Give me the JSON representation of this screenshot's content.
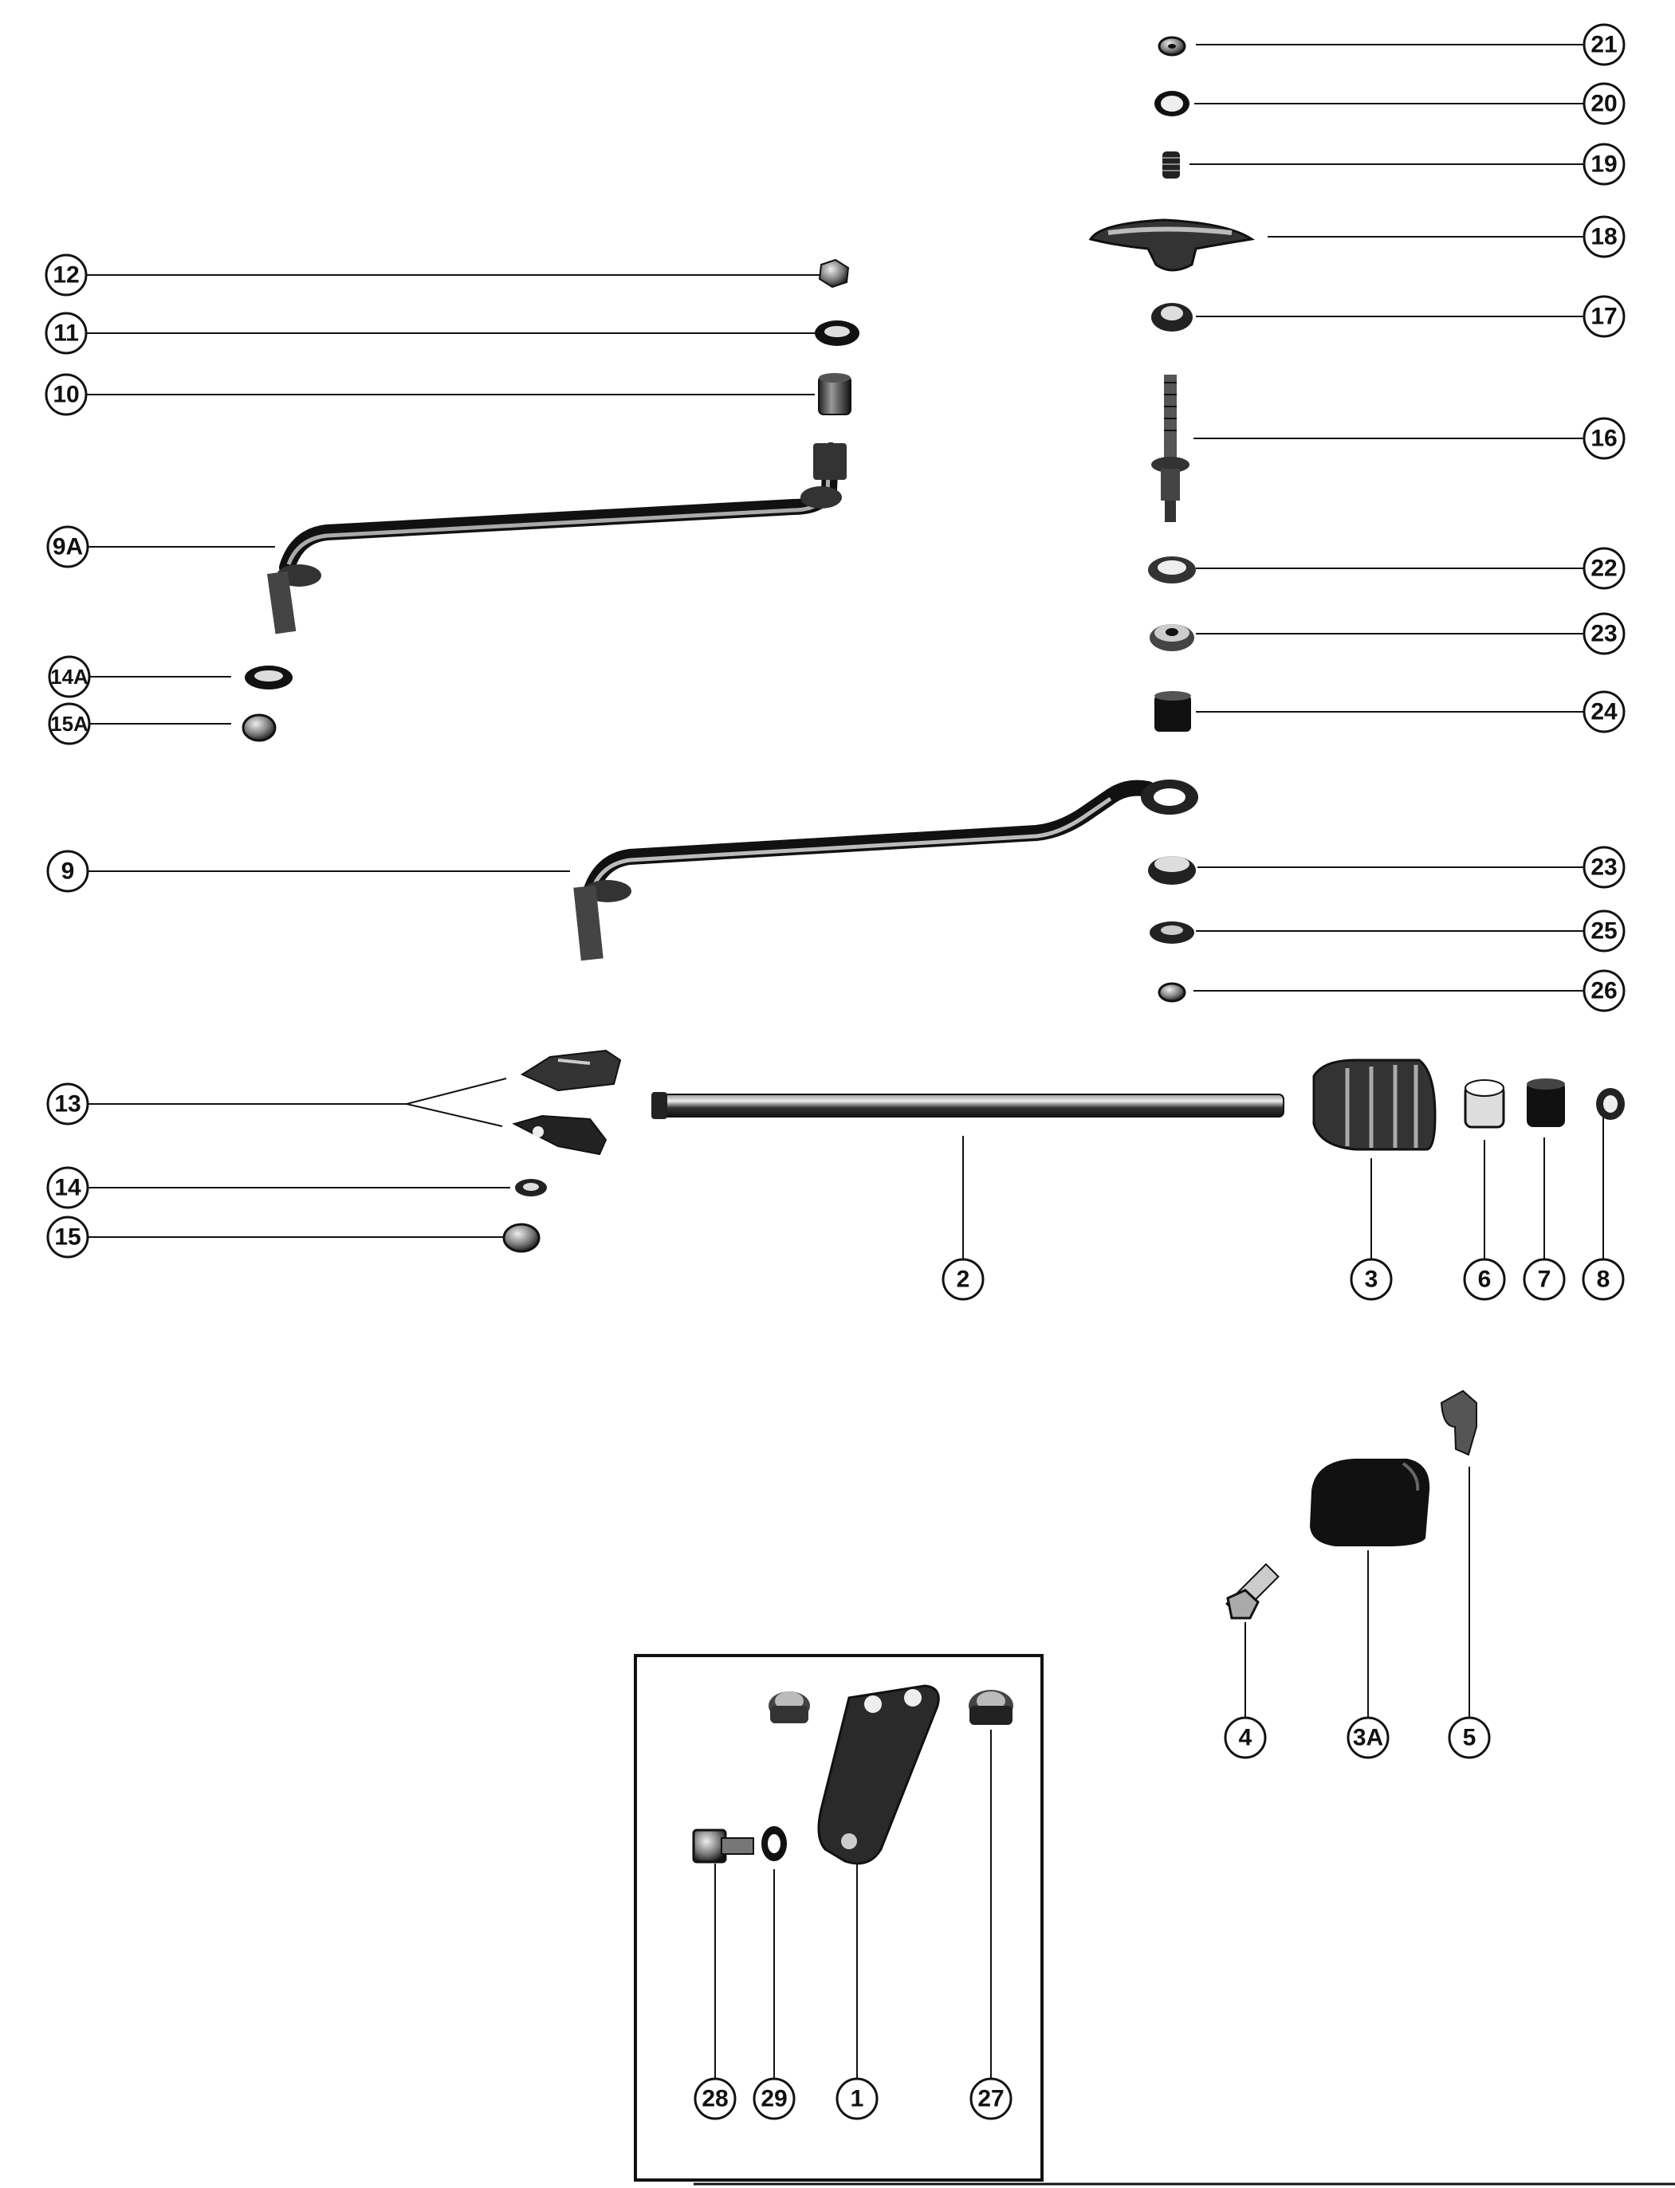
{
  "callouts": {
    "c21": "21",
    "c20": "20",
    "c19": "19",
    "c18": "18",
    "c17": "17",
    "c16": "16",
    "c12": "12",
    "c11": "11",
    "c10": "10",
    "c9A": "9A",
    "c14A": "14A",
    "c15A": "15A",
    "c22": "22",
    "c23a": "23",
    "c24": "24",
    "c9": "9",
    "c23b": "23",
    "c25": "25",
    "c26": "26",
    "c13": "13",
    "c14": "14",
    "c15": "15",
    "c2": "2",
    "c3": "3",
    "c6": "6",
    "c7": "7",
    "c8": "8",
    "c4": "4",
    "c3A": "3A",
    "c5": "5",
    "c28": "28",
    "c29": "29",
    "c1": "1",
    "c27": "27"
  },
  "colors": {
    "ink": "#111111",
    "part_dark": "#1e1e1e",
    "part_mid": "#5a5a5a",
    "part_light": "#d8d8d8",
    "paper": "#ffffff"
  }
}
